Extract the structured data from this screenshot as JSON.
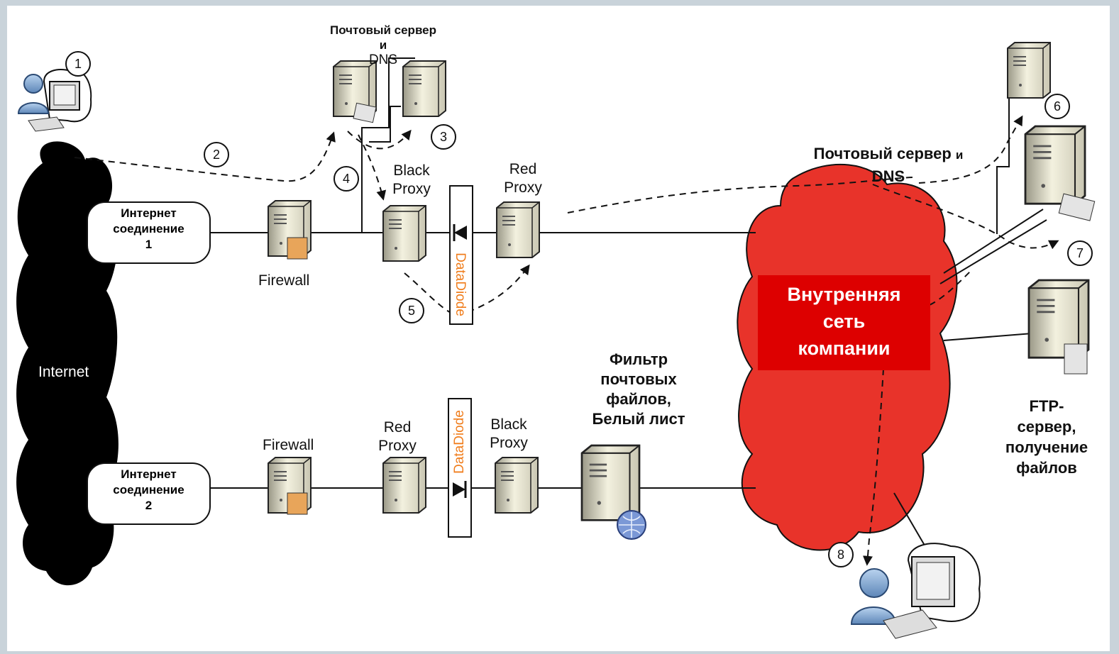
{
  "title_top": {
    "line1": "Почтовый сервер",
    "line2": "и",
    "line3": "DNS"
  },
  "internet": "Internet",
  "connection1": {
    "line1": "Интернет",
    "line2": "соединение",
    "line3": "1"
  },
  "connection2": {
    "line1": "Интернет",
    "line2": "соединение",
    "line3": "2"
  },
  "firewall1": "Firewall",
  "firewall2": "Firewall",
  "black_proxy1": {
    "line1": "Black",
    "line2": "Proxy"
  },
  "red_proxy1": {
    "line1": "Red",
    "line2": "Proxy"
  },
  "red_proxy2": {
    "line1": "Red",
    "line2": "Proxy"
  },
  "black_proxy2": {
    "line1": "Black",
    "line2": "Proxy"
  },
  "diode1": "DataDiode",
  "diode2": "DataDiode",
  "filter": {
    "line1": "Фильтр",
    "line2": "почтовых",
    "line3": "файлов,",
    "line4": "Белый лист"
  },
  "internal_net": {
    "line1": "Внутренняя",
    "line2": "сеть",
    "line3": "компании"
  },
  "mail_right": {
    "line1a": "Почтовый сервер",
    "line1b": "и",
    "line2": "DNS"
  },
  "ftp": {
    "line1": "FTP-",
    "line2": "сервер,",
    "line3": "получение",
    "line4": "файлов"
  },
  "steps": [
    "1",
    "2",
    "3",
    "4",
    "5",
    "6",
    "7",
    "8"
  ],
  "colors": {
    "cloud_red": "#e8332a",
    "red_box": "#dd0000",
    "diode_text": "#f07d1c",
    "internet_cloud": "#000000"
  }
}
